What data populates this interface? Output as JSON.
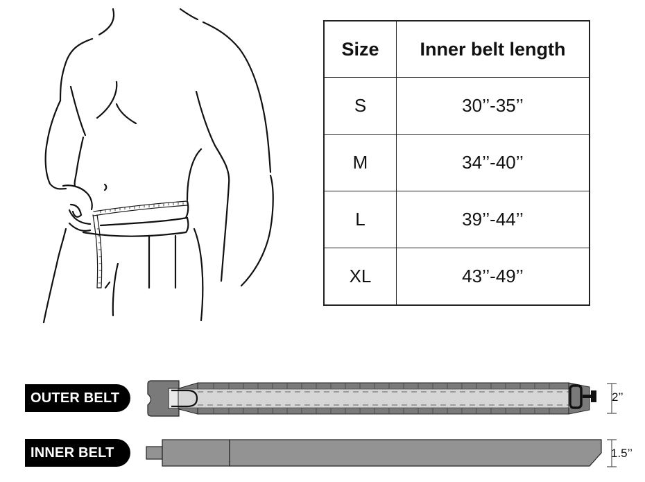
{
  "size_chart": {
    "headers": [
      "Size",
      "Inner belt length"
    ],
    "rows": [
      {
        "size": "S",
        "length": "30’’-35’’"
      },
      {
        "size": "M",
        "length": "34’’-40’’"
      },
      {
        "size": "L",
        "length": "39’’-44’’"
      },
      {
        "size": "XL",
        "length": "43’’-49’’"
      }
    ]
  },
  "belts": {
    "outer": {
      "label": "OUTER BELT",
      "width": "2’’"
    },
    "inner": {
      "label": "INNER BELT",
      "width": "1.5’’"
    }
  },
  "illustration": {
    "subject": "man-measuring-waist-with-tape"
  },
  "colors": {
    "belt_dark": "#7a7a7a",
    "belt_mid": "#939393",
    "belt_light": "#d6d6d6",
    "label_bg": "#000000",
    "label_text": "#ffffff",
    "line": "#222222"
  }
}
